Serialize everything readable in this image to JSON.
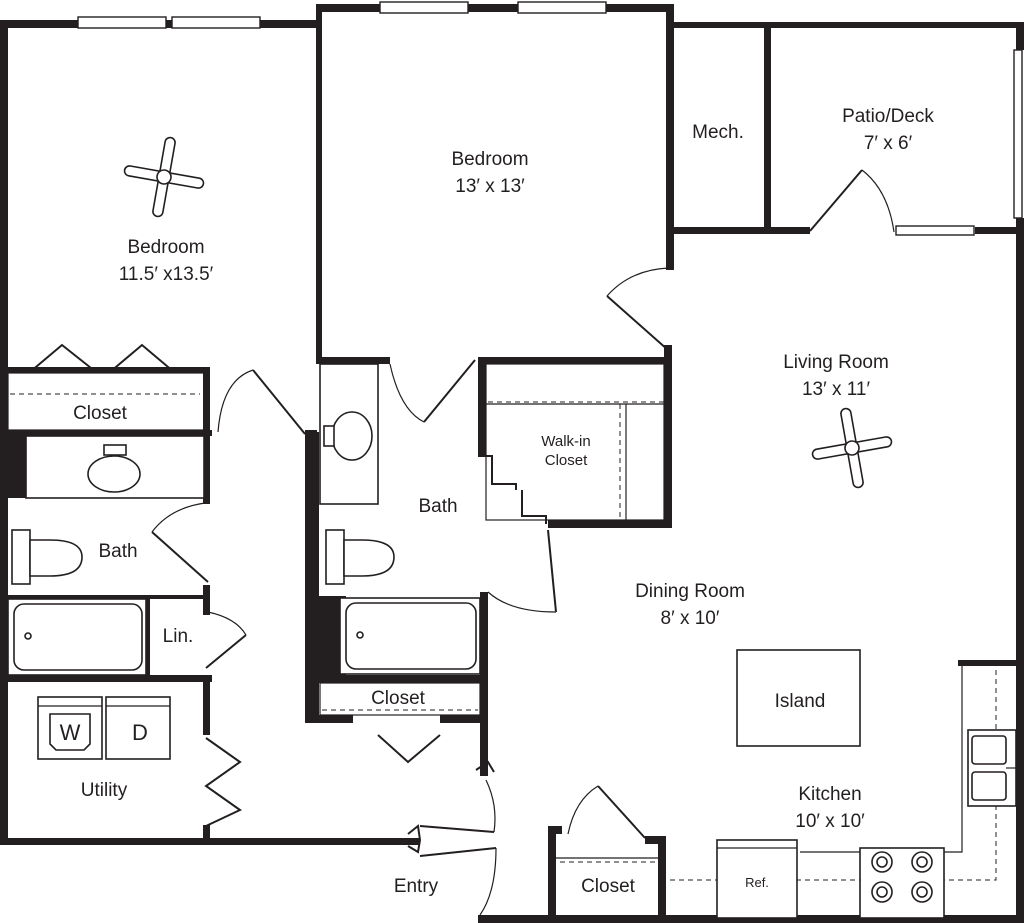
{
  "rooms": {
    "bedroom_left": {
      "name": "Bedroom",
      "size": "11.5′ x13.5′"
    },
    "bedroom_center": {
      "name": "Bedroom",
      "size": "13′ x 13′"
    },
    "mech": {
      "name": "Mech."
    },
    "patio": {
      "name": "Patio/Deck",
      "size": "7′ x 6′"
    },
    "living": {
      "name": "Living Room",
      "size": "13′ x 11′"
    },
    "walkin": {
      "line1": "Walk-in",
      "line2": "Closet"
    },
    "closet_left": {
      "name": "Closet"
    },
    "bath_left": {
      "name": "Bath"
    },
    "bath_center": {
      "name": "Bath"
    },
    "linen": {
      "name": "Lin."
    },
    "utility": {
      "name": "Utility"
    },
    "washer": {
      "name": "W"
    },
    "dryer": {
      "name": "D"
    },
    "closet_center": {
      "name": "Closet"
    },
    "dining": {
      "name": "Dining Room",
      "size": "8′ x 10′"
    },
    "island": {
      "name": "Island"
    },
    "kitchen": {
      "name": "Kitchen",
      "size": "10′ x 10′"
    },
    "ref": {
      "name": "Ref."
    },
    "closet_entry": {
      "name": "Closet"
    },
    "entry": {
      "name": "Entry"
    }
  }
}
